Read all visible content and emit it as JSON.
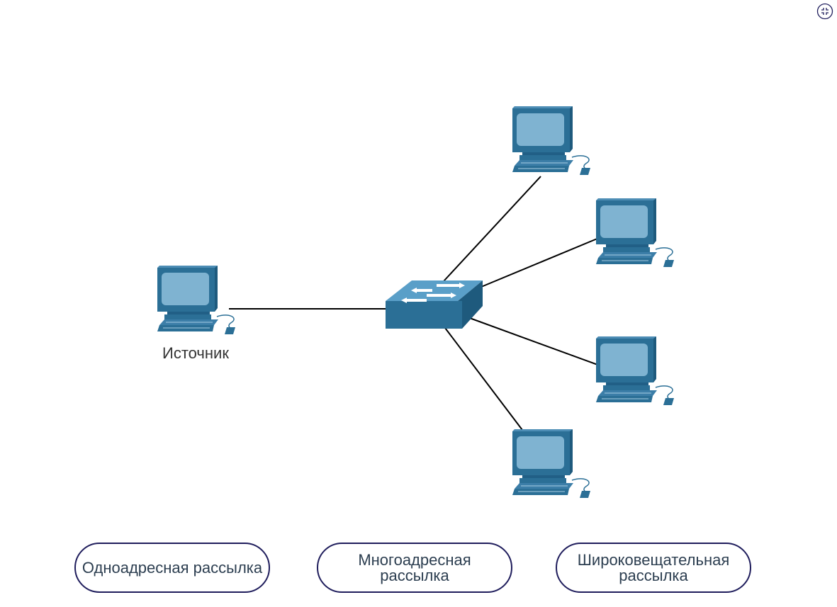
{
  "topology": {
    "source_label": "Источник",
    "switch_icon": "network-switch-icon",
    "computer_icon": "desktop-computer-icon",
    "link_color": "#000000",
    "device_color": "#2b6f96",
    "screen_color": "#7fb3d1"
  },
  "controls": {
    "fullscreen_icon": "collapse-fullscreen-icon"
  },
  "mode_buttons": [
    {
      "label": "Одноадресная рассылка"
    },
    {
      "label": "Многоадресная рассылка"
    },
    {
      "label": "Широковещательная рассылка"
    }
  ],
  "colors": {
    "button_border": "#1f1d5c",
    "button_text": "#2c3e50",
    "background": "#ffffff"
  }
}
